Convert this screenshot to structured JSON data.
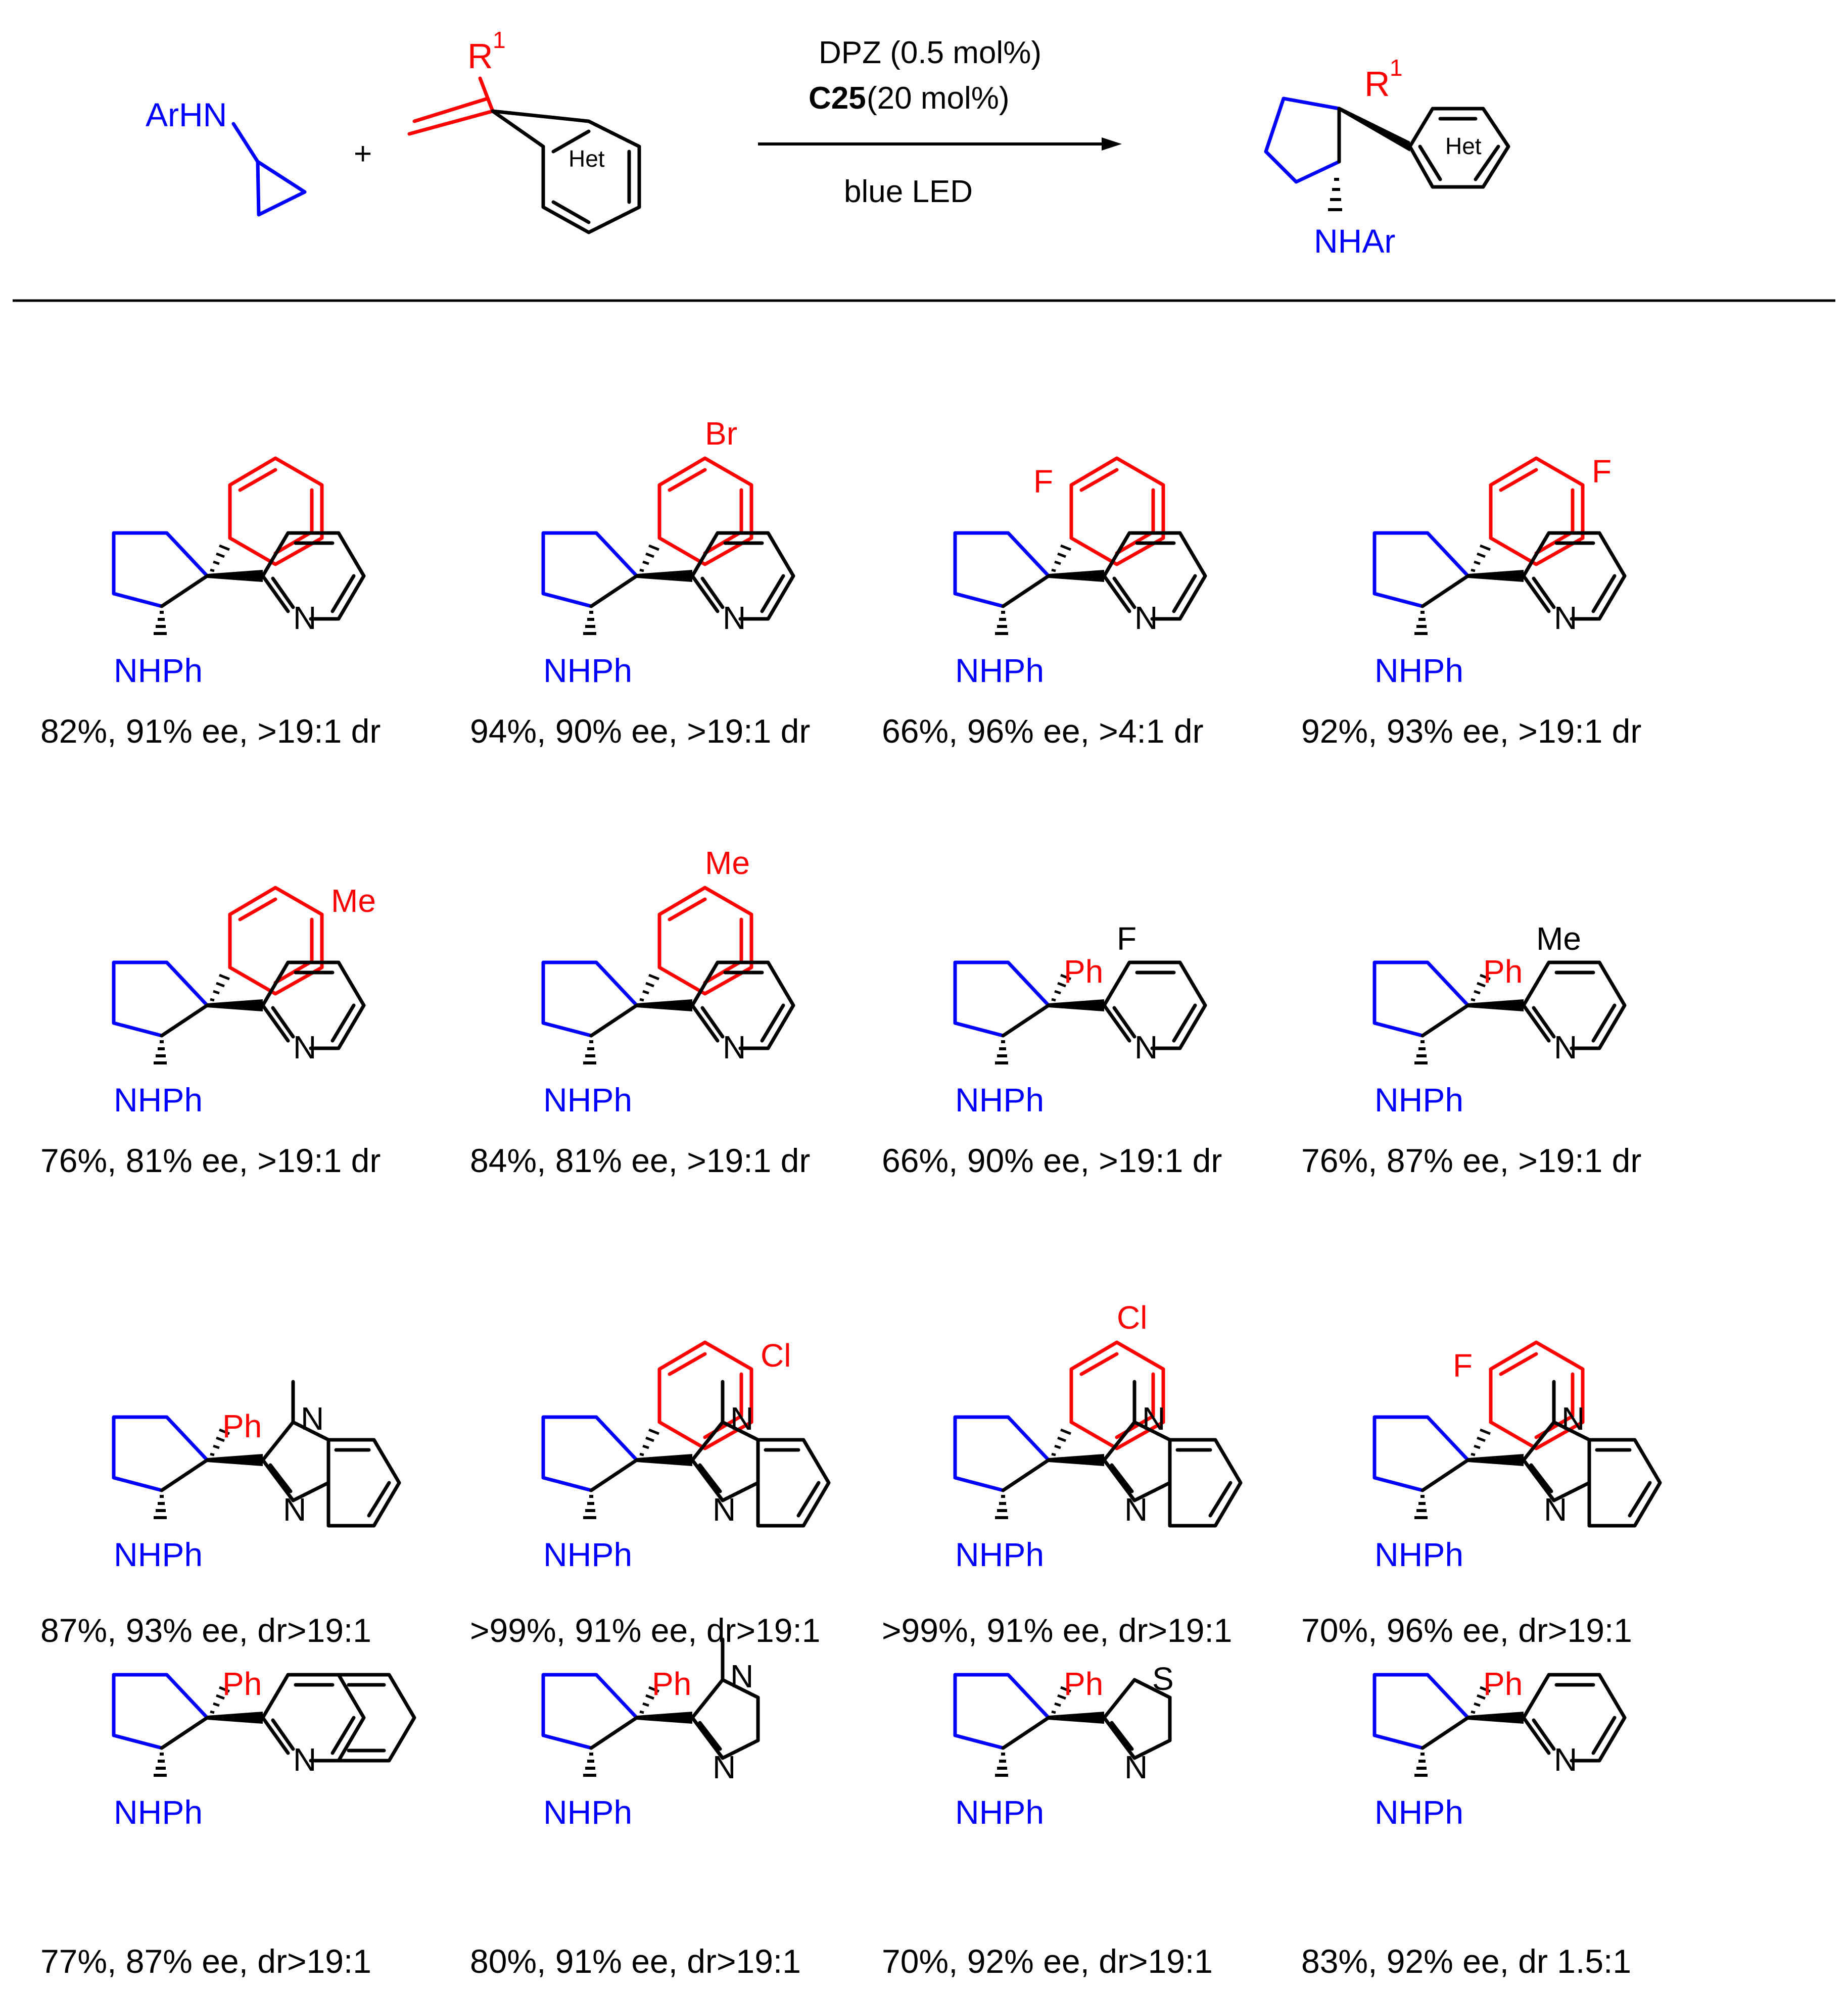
{
  "colors": {
    "substituent": "#ff0000",
    "amine": "#0000ff",
    "skeleton": "#000000"
  },
  "scheme": {
    "reactant_amine": "ArHN",
    "plus": "+",
    "reactant_alkene_r": "R",
    "reactant_alkene_r_sup": "1",
    "het_label": "Het",
    "conditions": {
      "line1": "DPZ (0.5 mol%)",
      "line2_bold": "C25",
      "line2_rest": " (20 mol%)",
      "line3": "blue LED"
    },
    "product_r": "R",
    "product_r_sup": "1",
    "product_het": "Het",
    "product_amine": "NHAr"
  },
  "products": [
    {
      "kind": "pyridyl",
      "aryl_sub": "",
      "pyr_sub": "",
      "amine": "NHPh",
      "het_n": "N",
      "result": "82%, 91% ee, >19:1 dr"
    },
    {
      "kind": "pyridyl",
      "aryl_sub": "Br",
      "pyr_sub": "",
      "amine": "NHPh",
      "het_n": "N",
      "result": "94%, 90% ee, >19:1 dr"
    },
    {
      "kind": "pyridyl",
      "aryl_sub": "F",
      "pyr_sub": "",
      "amine": "NHPh",
      "het_n": "N",
      "result": "66%, 96% ee, >4:1 dr"
    },
    {
      "kind": "pyridyl",
      "aryl_sub": "F",
      "pyr_sub": "",
      "amine": "NHPh",
      "het_n": "N",
      "result": "92%, 93% ee, >19:1 dr"
    },
    {
      "kind": "pyridyl",
      "aryl_sub": "Me",
      "pyr_sub": "",
      "amine": "NHPh",
      "het_n": "N",
      "result": "76%, 81% ee, >19:1 dr"
    },
    {
      "kind": "pyridyl",
      "aryl_sub": "Me",
      "pyr_sub": "",
      "amine": "NHPh",
      "het_n": "N",
      "result": "84%, 81% ee, >19:1 dr"
    },
    {
      "kind": "pyridyl-ph",
      "aryl_sub": "Ph",
      "pyr_sub": "F",
      "amine": "NHPh",
      "het_n": "N",
      "result": "66%, 90% ee, >19:1 dr"
    },
    {
      "kind": "pyridyl-ph",
      "aryl_sub": "Ph",
      "pyr_sub": "Me",
      "amine": "NHPh",
      "het_n": "N",
      "result": "76%, 87% ee, >19:1 dr"
    },
    {
      "kind": "benzimidazole",
      "aryl_sub": "Ph",
      "amine": "NHPh",
      "het_n": "N",
      "result": "87%, 93% ee, dr>19:1"
    },
    {
      "kind": "benzimidazole",
      "aryl_sub": "Cl",
      "amine": "NHPh",
      "het_n": "N",
      "result": ">99%, 91% ee, dr>19:1"
    },
    {
      "kind": "benzimidazole",
      "aryl_sub": "Cl",
      "amine": "NHPh",
      "het_n": "N",
      "result": ">99%, 91% ee, dr>19:1"
    },
    {
      "kind": "benzimidazole",
      "aryl_sub": "F",
      "amine": "NHPh",
      "het_n": "N",
      "result": "70%, 96% ee, dr>19:1"
    },
    {
      "kind": "quinoline",
      "aryl_sub": "Ph",
      "amine": "NHPh",
      "het_n": "N",
      "result": "77%, 87% ee, dr>19:1"
    },
    {
      "kind": "imidazole",
      "aryl_sub": "Ph",
      "amine": "NHPh",
      "het_n": "N",
      "result": "80%, 91% ee, dr>19:1"
    },
    {
      "kind": "thiazole",
      "aryl_sub": "Ph",
      "amine": "NHPh",
      "het_n": "N",
      "het_s": "S",
      "result": "70%, 92% ee, dr>19:1"
    },
    {
      "kind": "pyridin-3-yl",
      "aryl_sub": "Ph",
      "amine": "NHPh",
      "het_n": "N",
      "result": "83%, 92% ee, dr 1.5:1"
    }
  ]
}
